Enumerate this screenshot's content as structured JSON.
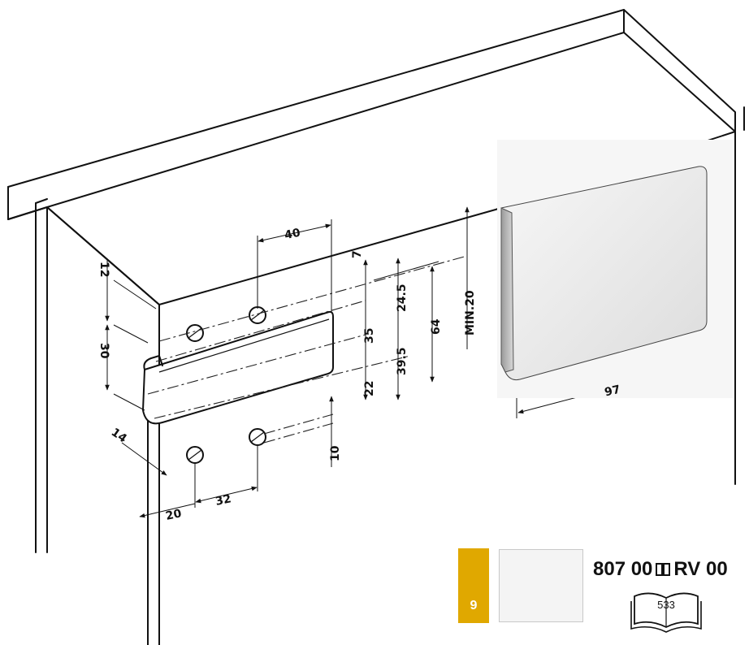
{
  "dimensions": {
    "d40": "40",
    "d12": "12",
    "d30": "30",
    "d14": "14",
    "d20": "20",
    "d32": "32",
    "d7": "7",
    "d35": "35",
    "d22": "22",
    "d10": "10",
    "d24_5": "24.5",
    "d39_5": "39.5",
    "d64": "64",
    "min20": "MIN.20",
    "d97": "97"
  },
  "footer": {
    "page_number": "9",
    "code_left": "807 00",
    "code_right": "RV 00",
    "book_page": "533"
  },
  "icons": [
    "divider-icon",
    "book-icon",
    "bracket-thumbnail-icon"
  ],
  "colors": {
    "badge": "#e0a800",
    "line": "#111111",
    "panel": "#eeeeee"
  }
}
